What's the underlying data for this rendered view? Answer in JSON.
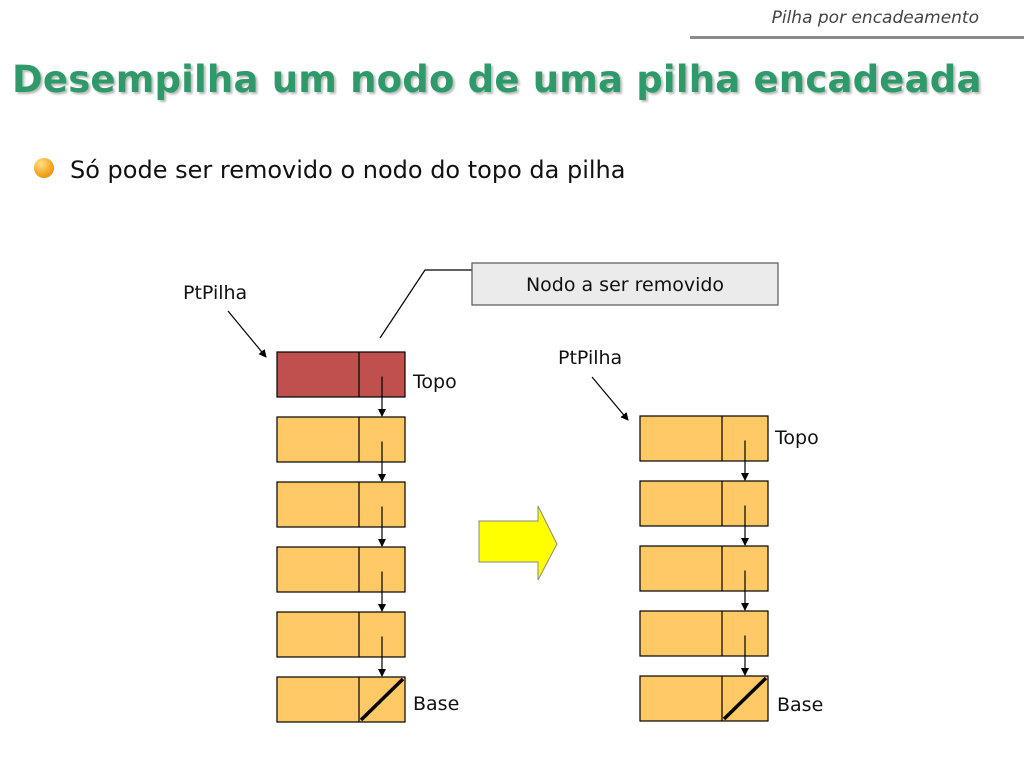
{
  "header": {
    "section_label": "Pilha por encadeamento"
  },
  "slide": {
    "title": "Desempilha um nodo de uma pilha encadeada",
    "bullet": "Só pode ser removido o nodo do topo da pilha"
  },
  "diagram": {
    "callout_label": "Nodo a ser removido",
    "before": {
      "pointer_label": "PtPilha",
      "top_label": "Topo",
      "base_label": "Base",
      "node_count": 6
    },
    "after": {
      "pointer_label": "PtPilha",
      "top_label": "Topo",
      "base_label": "Base",
      "node_count": 5
    },
    "colors": {
      "node_fill": "#ffc966",
      "removed_node_fill": "#c0504d",
      "transition_arrow": "#ffff00",
      "callout_fill": "#ebebeb",
      "title": "#2e9a6a",
      "bullet": "#f5a623"
    }
  }
}
